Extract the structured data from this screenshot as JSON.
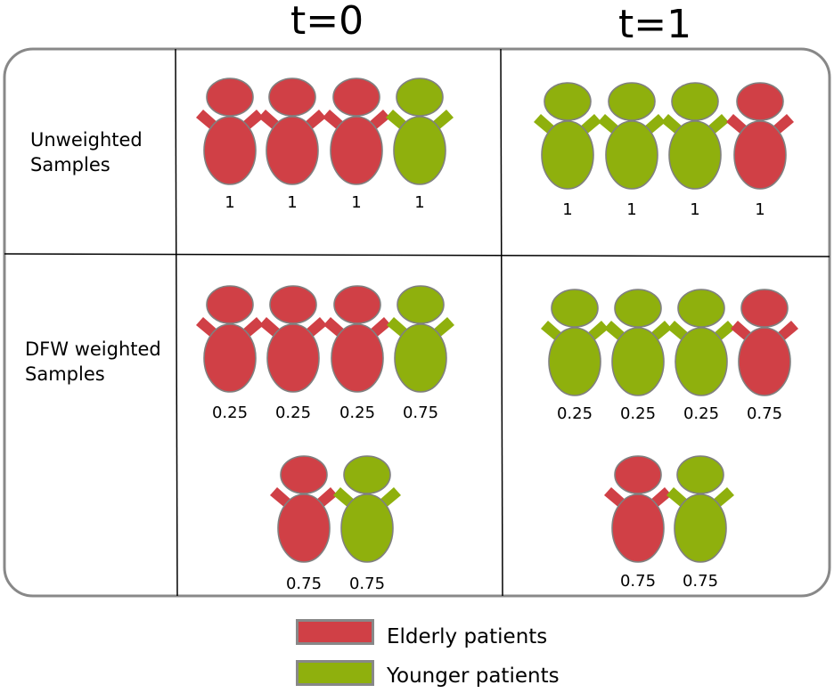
{
  "columns": [
    {
      "label": "t=0"
    },
    {
      "label": "t=1"
    }
  ],
  "rows": [
    {
      "label": "Unweighted\nSamples"
    },
    {
      "label": "DFW weighted\nSamples"
    }
  ],
  "cells": {
    "unweighted_t0": [
      {
        "group": "elderly",
        "weight": "1"
      },
      {
        "group": "elderly",
        "weight": "1"
      },
      {
        "group": "elderly",
        "weight": "1"
      },
      {
        "group": "younger",
        "weight": "1"
      }
    ],
    "unweighted_t1": [
      {
        "group": "younger",
        "weight": "1"
      },
      {
        "group": "younger",
        "weight": "1"
      },
      {
        "group": "younger",
        "weight": "1"
      },
      {
        "group": "elderly",
        "weight": "1"
      }
    ],
    "weighted_t0_top": [
      {
        "group": "elderly",
        "weight": "0.25"
      },
      {
        "group": "elderly",
        "weight": "0.25"
      },
      {
        "group": "elderly",
        "weight": "0.25"
      },
      {
        "group": "younger",
        "weight": "0.75"
      }
    ],
    "weighted_t0_bottom": [
      {
        "group": "elderly",
        "weight": "0.75"
      },
      {
        "group": "younger",
        "weight": "0.75"
      }
    ],
    "weighted_t1_top": [
      {
        "group": "younger",
        "weight": "0.25"
      },
      {
        "group": "younger",
        "weight": "0.25"
      },
      {
        "group": "younger",
        "weight": "0.25"
      },
      {
        "group": "elderly",
        "weight": "0.75"
      }
    ],
    "weighted_t1_bottom": [
      {
        "group": "elderly",
        "weight": "0.75"
      },
      {
        "group": "younger",
        "weight": "0.75"
      }
    ]
  },
  "legend": [
    {
      "group": "elderly",
      "label": "Elderly patients"
    },
    {
      "group": "younger",
      "label": "Younger patients"
    }
  ],
  "colors": {
    "elderly": "#d04046",
    "younger": "#8fb00d",
    "figure_stroke": "#808080",
    "frame_stroke": "#888888"
  }
}
